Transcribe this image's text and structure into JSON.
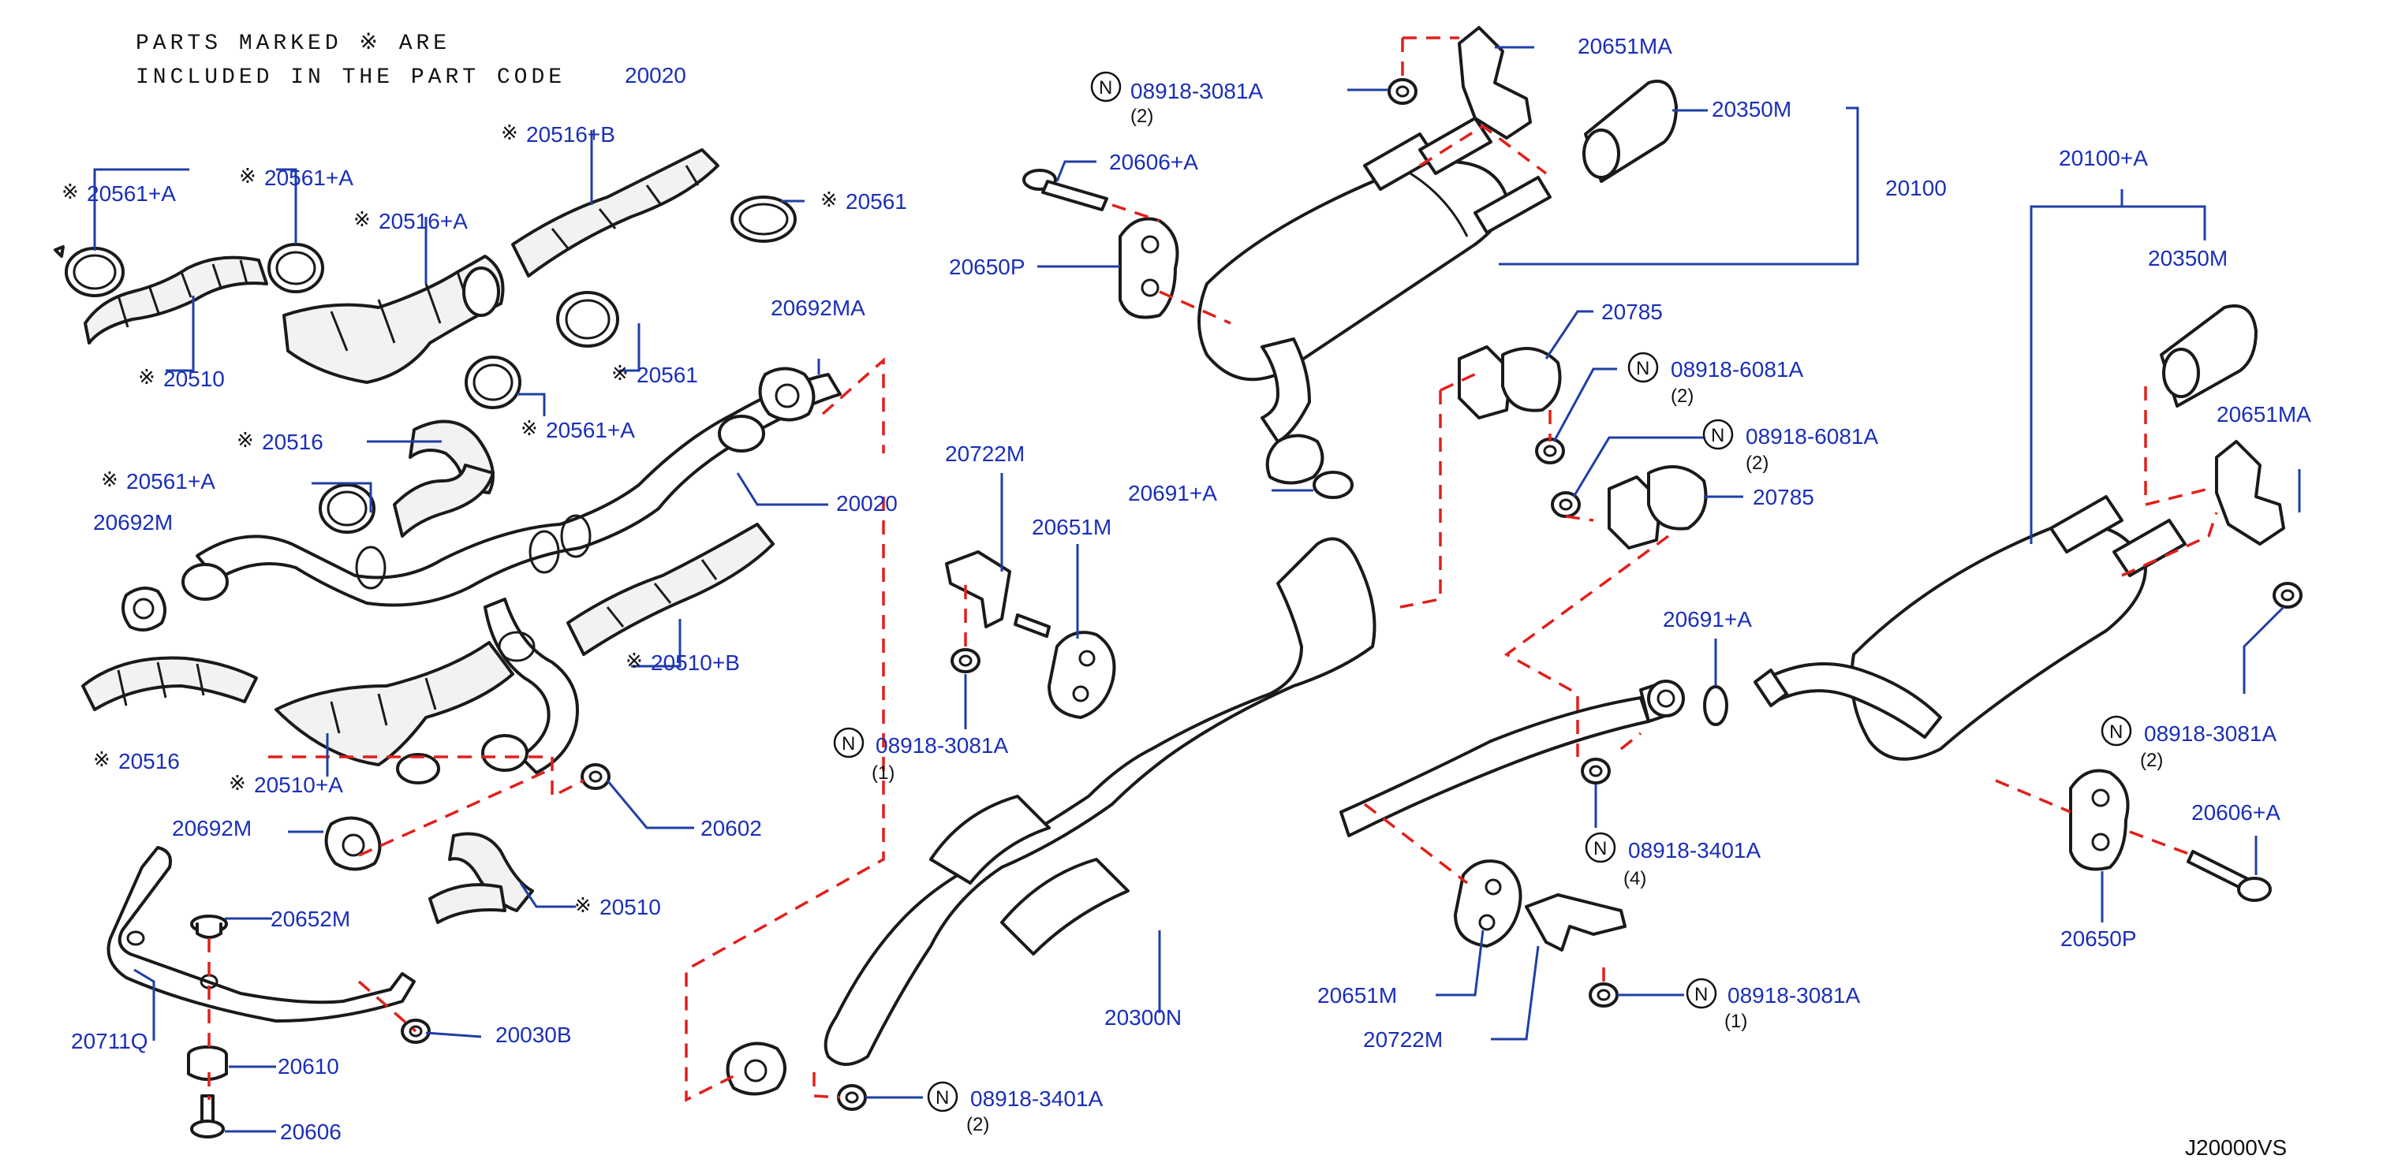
{
  "note": {
    "line1": "PARTS MARKED ※ ARE",
    "line2": "INCLUDED IN THE PART CODE",
    "code": "20020"
  },
  "diagram_code": "J20000VS",
  "symbols": {
    "asterisk": "※",
    "n_circle": "N"
  },
  "colors": {
    "label": "#1a2fb8",
    "leader": "#1f3fa6",
    "dashed_guide": "#e0201c",
    "part_outline": "#1a1a1a"
  },
  "labels": {
    "l20561_a_1": "20561+A",
    "l20561_a_2": "20561+A",
    "l20516_b": "20516+B",
    "l20516_a": "20516+A",
    "l20561_1": "20561",
    "l20510_1": "20510",
    "l20561_2": "20561",
    "l20561_a_3": "20561+A",
    "l20516_1": "20516",
    "l20561_a_4": "20561+A",
    "l20692m_1": "20692M",
    "l20692ma": "20692MA",
    "l20020": "20020",
    "l20510_b": "20510+B",
    "l20516_2": "20516",
    "l20510_a": "20510+A",
    "l20692m_2": "20692M",
    "l20602": "20602",
    "l20510_2": "20510",
    "l20652m": "20652M",
    "l20711q": "20711Q",
    "l20030b": "20030B",
    "l20610": "20610",
    "l20606": "20606",
    "l08918_3081a_top": "08918-3081A",
    "q_top": "(2)",
    "l20651ma_top": "20651MA",
    "l20350m_top": "20350M",
    "l20606_a_top": "20606+A",
    "l20100": "20100",
    "l20650p_top": "20650P",
    "l20785_1": "20785",
    "l08918_6081a_1": "08918-6081A",
    "q_6081_1": "(2)",
    "l08918_6081a_2": "08918-6081A",
    "q_6081_2": "(2)",
    "l20785_2": "20785",
    "l20691_a_1": "20691+A",
    "l20722m_1": "20722M",
    "l20651m_1": "20651M",
    "l08918_3081a_mid": "08918-3081A",
    "q_3081_mid": "(1)",
    "l20691_a_2": "20691+A",
    "l08918_3401a_1": "08918-3401A",
    "q_3401_1": "(4)",
    "l20300n": "20300N",
    "l20651m_2": "20651M",
    "l20722m_2": "20722M",
    "l08918_3081a_bot": "08918-3081A",
    "q_3081_bot": "(1)",
    "l08918_3401a_2": "08918-3401A",
    "q_3401_2": "(2)",
    "l20100_a": "20100+A",
    "l20350m_r": "20350M",
    "l20651ma_r": "20651MA",
    "l08918_3081a_r": "08918-3081A",
    "q_3081_r": "(2)",
    "l20606_a_r": "20606+A",
    "l20650p_r": "20650P"
  }
}
